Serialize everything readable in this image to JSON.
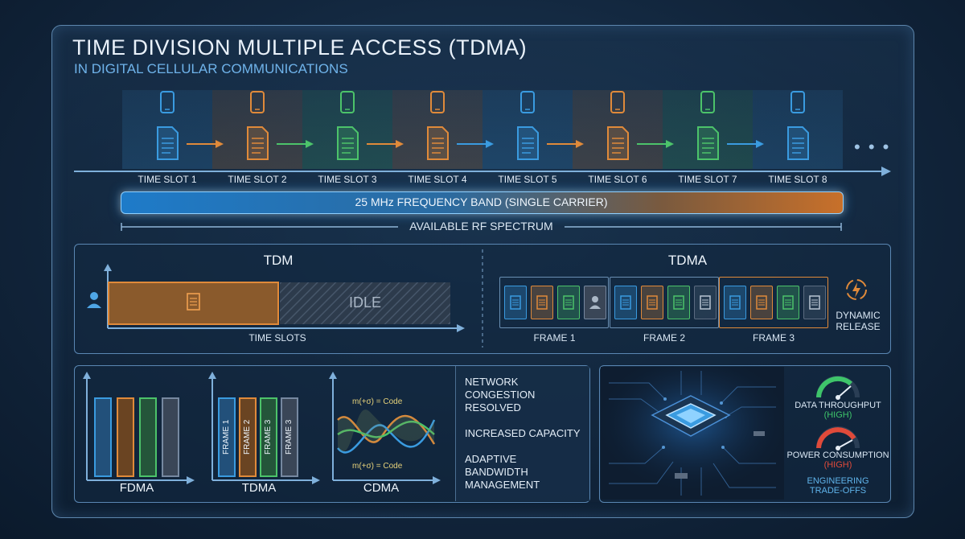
{
  "header": {
    "title": "TIME DIVISION MULTIPLE ACCESS (TDMA)",
    "subtitle": "IN DIGITAL CELLULAR COMMUNICATIONS"
  },
  "time_slots": [
    {
      "label": "TIME SLOT 1",
      "color": "#3a9be0"
    },
    {
      "label": "TIME SLOT 2",
      "color": "#e08a3a"
    },
    {
      "label": "TIME SLOT 3",
      "color": "#4cc36a"
    },
    {
      "label": "TIME SLOT 4",
      "color": "#e08a3a"
    },
    {
      "label": "TIME SLOT 5",
      "color": "#3a9be0"
    },
    {
      "label": "TIME SLOT 6",
      "color": "#e08a3a"
    },
    {
      "label": "TIME SLOT 7",
      "color": "#4cc36a"
    },
    {
      "label": "TIME SLOT 8",
      "color": "#3a9be0"
    }
  ],
  "ellipsis": "• • •",
  "band": {
    "label": "25 MHz FREQUENCY BAND (SINGLE CARRIER)",
    "spectrum_label": "AVAILABLE RF SPECTRUM"
  },
  "tdm_panel": {
    "tdm_title": "TDM",
    "idle_label": "IDLE",
    "axis_label": "TIME SLOTS",
    "tdma_title": "TDMA",
    "frames": [
      "FRAME 1",
      "FRAME 2",
      "FRAME 3"
    ],
    "dynamic_release": "DYNAMIC\nRELEASE"
  },
  "comparison": {
    "fdma_label": "FDMA",
    "tdma_label": "TDMA",
    "cdma_label": "CDMA",
    "tdma_bars": [
      "FRAME 1",
      "FRAME 2",
      "FRAME 3",
      "FRAME 3"
    ],
    "cdma_code_top": "m(+σ) = Code",
    "cdma_code_bottom": "m(+σ) = Code",
    "notes": [
      "NETWORK\nCONGESTION\nRESOLVED",
      "INCREASED CAPACITY",
      "ADAPTIVE\nBANDWIDTH\nMANAGEMENT"
    ]
  },
  "tradeoffs": {
    "throughput_label": "DATA THROUGHPUT",
    "throughput_level": "(HIGH)",
    "power_label": "POWER CONSUMPTION",
    "power_level": "(HIGH)",
    "footer": "ENGINEERING\nTRADE-OFFS"
  },
  "colors": {
    "blue": "#3a9be0",
    "orange": "#e08a3a",
    "green": "#4cc36a",
    "gray": "#5b6b80",
    "gauge_green": "#3ec46a",
    "gauge_red": "#e04a3a"
  }
}
